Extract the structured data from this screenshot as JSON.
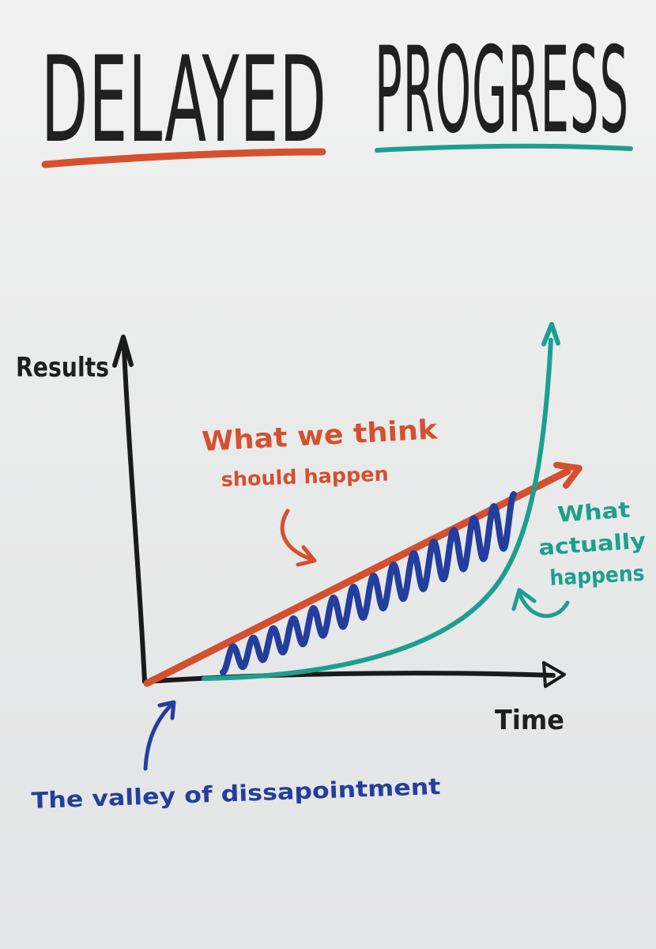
{
  "title": {
    "word1": "DELAYED",
    "word2": "PROGRESS"
  },
  "colors": {
    "expected": "#d4502e",
    "actual": "#1c9f90",
    "valley": "#233e9c",
    "axes": "#1a1a1a"
  },
  "axes": {
    "y_label": "Results",
    "x_label": "Time"
  },
  "annotations": {
    "expected_line1": "What we think",
    "expected_line2": "should happen",
    "actual_line1": "What",
    "actual_line2": "actually",
    "actual_line3": "happens",
    "valley": "The valley of dissapointment"
  }
}
